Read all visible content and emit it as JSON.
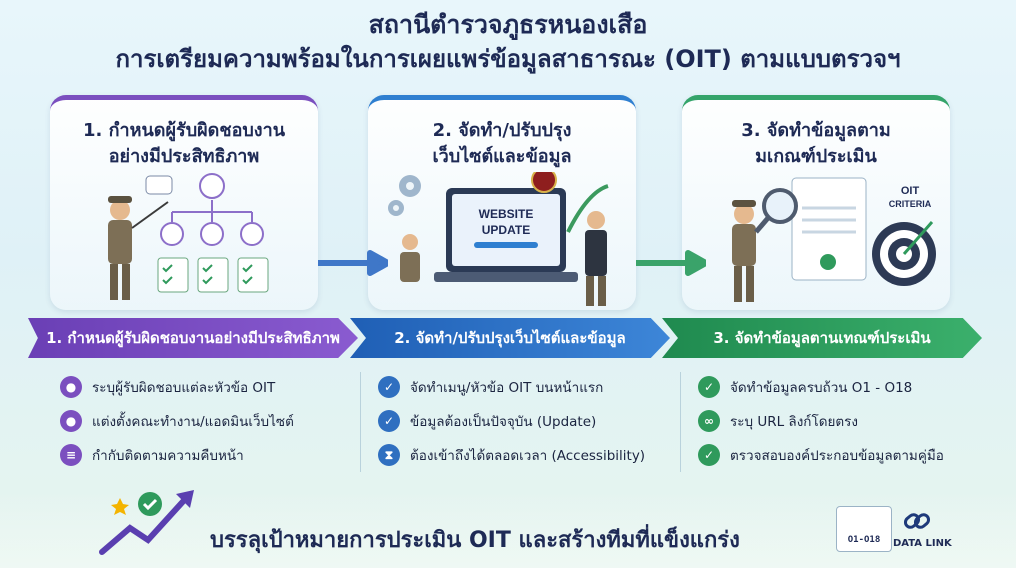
{
  "header": {
    "title": "สถานีตำรวจภูธรหนองเสือ",
    "subtitle": "การเตรียมความพร้อมในการเผยแพร่ข้อมูลสาธารณะ (OIT) ตามแบบตรวจฯ"
  },
  "panels": [
    {
      "title_line1": "1. กำหนดผู้รับผิดชอบงาน",
      "title_line2": "อย่างมีประสิทธิภาพ",
      "accent": "#7b4fbf"
    },
    {
      "title_line1": "2. จัดทำ/ปรับปรุง",
      "title_line2": "เว็บไซต์และข้อมูล",
      "accent": "#2f7fd0",
      "screen_line1": "WEBSITE",
      "screen_line2": "UPDATE"
    },
    {
      "title_line1": "3. จัดทำข้อมูลตาม",
      "title_line2": "มเกณฑ์ประเมิน",
      "accent": "#34a46a",
      "criteria_line1": "OIT",
      "criteria_line2": "CRITERIA"
    }
  ],
  "banners": [
    {
      "label": "1. กำหนดผู้รับผิดชอบงานอย่างมีประสิทธิภาพ",
      "color": "#6a3fb5"
    },
    {
      "label": "2. จัดทำ/ปรับปรุงเว็บไซต์และข้อมูล",
      "color": "#1f5fb5"
    },
    {
      "label": "3. จัดทำข้อมูลตานเทณฑ์ประเมิน",
      "color": "#1f8a4f"
    }
  ],
  "lists": [
    {
      "items": [
        {
          "text": "ระบุผู้รับผิดชอบแต่ละหัวข้อ OIT",
          "icon": "person-icon"
        },
        {
          "text": "แต่งตั้งคณะทำงาน/แอดมินเว็บไซต์",
          "icon": "group-icon"
        },
        {
          "text": "กำกับติดตามความคืบหน้า",
          "icon": "list-icon"
        }
      ]
    },
    {
      "items": [
        {
          "text": "จัดทำเมนู/หัวข้อ OIT บนหน้าแรก",
          "icon": "check-icon"
        },
        {
          "text": "ข้อมูลต้องเป็นปัจจุบัน (Update)",
          "icon": "check-badge-icon"
        },
        {
          "text": "ต้องเข้าถึงได้ตลอดเวลา (Accessibility)",
          "icon": "hourglass-icon"
        }
      ]
    },
    {
      "items": [
        {
          "text": "จัดทำข้อมูลครบถ้วน O1 - O18",
          "icon": "check-icon"
        },
        {
          "text": "ระบุ URL ลิงก์โดยตรง",
          "icon": "link-icon"
        },
        {
          "text": "ตรวจสอบองค์ประกอบข้อมูลตามคู่มือ",
          "icon": "check-icon"
        }
      ]
    }
  ],
  "footer": {
    "text": "บรรลุเป้าหมายการประเมิน OIT และสร้างทีมที่แข็งแกร่ง",
    "doc_label": "O1-O18",
    "link_label": "DATA LINK"
  }
}
